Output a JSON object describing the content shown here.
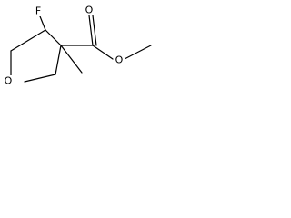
{
  "molecule": {
    "atoms": {
      "fluorine": "F",
      "ring_oxygen": "O",
      "carbonyl_oxygen": "O",
      "ester_oxygen": "O"
    }
  },
  "colors": {
    "bond": "#000000",
    "label": "#000000",
    "background": "#ffffff"
  }
}
